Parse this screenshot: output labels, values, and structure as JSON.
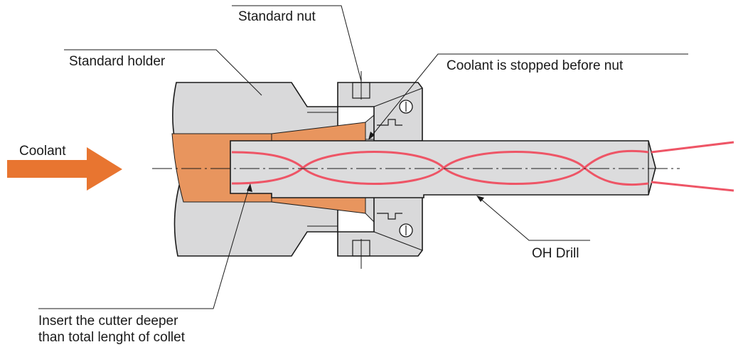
{
  "labels": {
    "standard_nut": "Standard nut",
    "standard_holder": "Standard holder",
    "coolant_stopped": "Coolant is stopped before nut",
    "coolant": "Coolant",
    "oh_drill": "OH Drill",
    "insert_line1": "Insert the cutter deeper",
    "insert_line2": "than total lenght of collet"
  },
  "colors": {
    "holder_body": "#d9d9da",
    "collet": "#e8955e",
    "coolant_arrow": "#e87530",
    "coolant_path": "#ee5566",
    "outline": "#1a1a1a",
    "drill_body": "#dcdcdd"
  },
  "icons": {
    "coolant_arrow": "right-arrow",
    "ball_bearing": "circle-with-line"
  }
}
